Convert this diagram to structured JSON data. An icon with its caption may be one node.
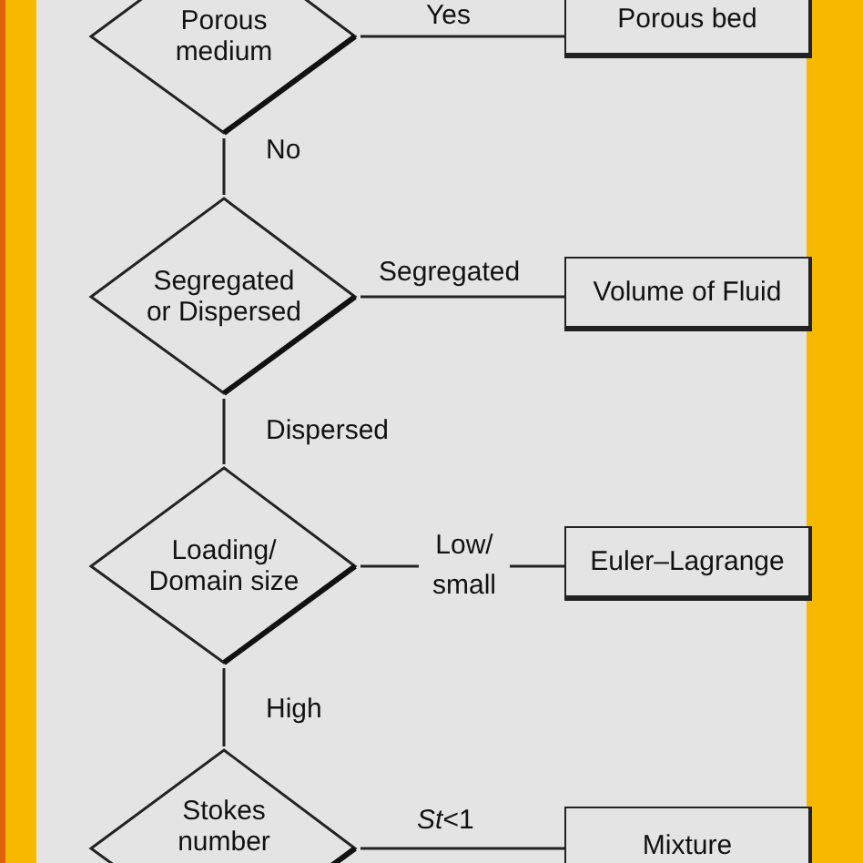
{
  "diagram": {
    "nodes": [
      {
        "text": [
          "Porous medium"
        ]
      },
      {
        "text": [
          "Porous bed"
        ]
      },
      {
        "text": [
          "Segregated or Dispersed"
        ]
      },
      {
        "text": [
          "Volume of Fluid"
        ]
      },
      {
        "text": [
          "Loading/ Domain size"
        ]
      },
      {
        "text": [
          "Euler–Lagrange"
        ]
      },
      {
        "text": [
          "Stokes number"
        ]
      },
      {
        "text": [
          "Mixture"
        ]
      }
    ],
    "edges": [
      {
        "from": 0,
        "to": 1,
        "arrow": "none",
        "label": "Yes"
      },
      {
        "from": 0,
        "to": 2,
        "arrow": "none",
        "label": "No"
      },
      {
        "from": 2,
        "to": 3,
        "arrow": "none",
        "label": "Segregated"
      },
      {
        "from": 2,
        "to": 4,
        "arrow": "none",
        "label": "Dispersed"
      },
      {
        "from": 4,
        "to": 5,
        "arrow": "none",
        "label": "Low/ small"
      },
      {
        "from": 4,
        "to": 6,
        "arrow": "none",
        "label": "High"
      },
      {
        "from": 6,
        "to": 7,
        "arrow": "none",
        "label": "*St*<1"
      }
    ]
  }
}
